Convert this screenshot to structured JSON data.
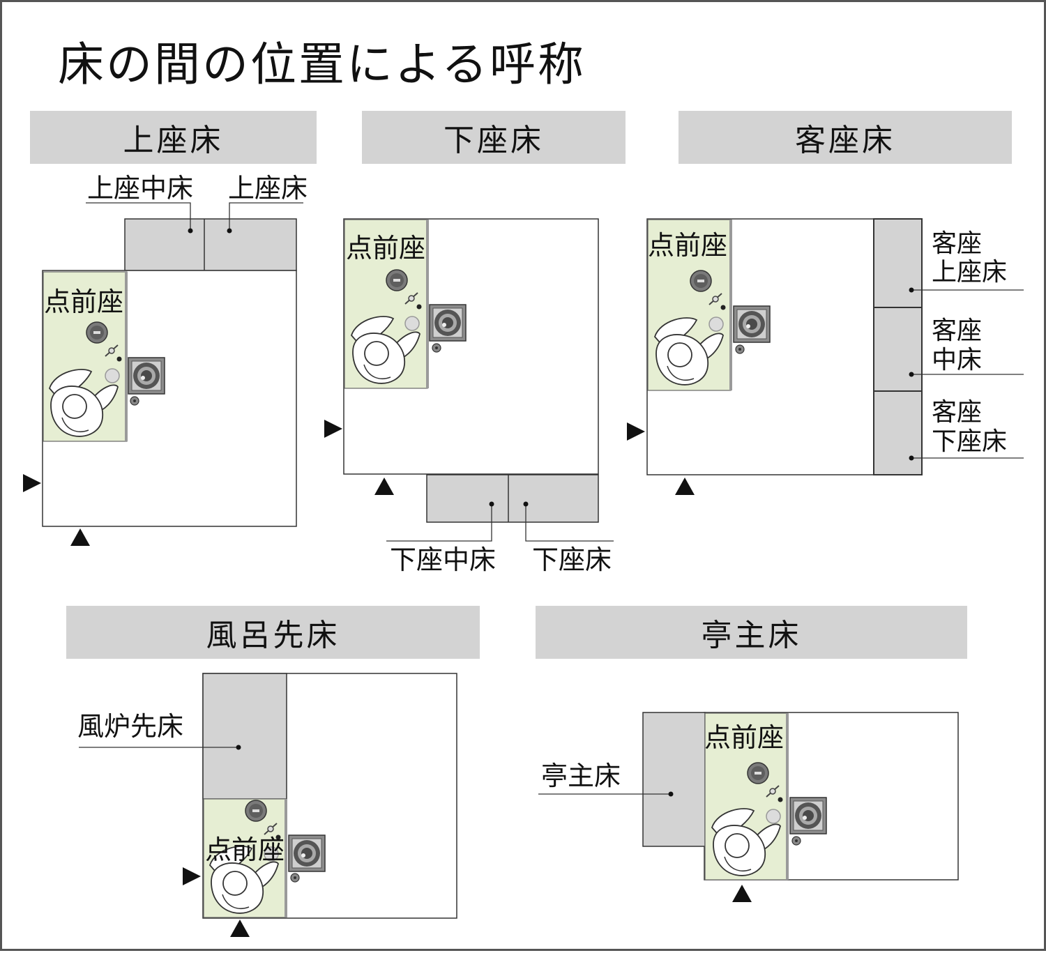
{
  "title": "床の間の位置による呼称",
  "colors": {
    "alcove_fill": "#d3d3d3",
    "temae_fill": "#e6eed3",
    "outline": "#333333",
    "frame": "#555555"
  },
  "panels": [
    {
      "header": "上座床",
      "temae_label": "点前座",
      "callouts": [
        "上座中床",
        "上座床"
      ]
    },
    {
      "header": "下座床",
      "temae_label": "点前座",
      "callouts": [
        "下座中床",
        "下座床"
      ]
    },
    {
      "header": "客座床",
      "temae_label": "点前座",
      "callouts": [
        {
          "line1": "客座",
          "line2": "上座床"
        },
        {
          "line1": "客座",
          "line2": "中床"
        },
        {
          "line1": "客座",
          "line2": "下座床"
        }
      ]
    },
    {
      "header": "風呂先床",
      "temae_label": "点前座",
      "callouts": [
        "風炉先床"
      ]
    },
    {
      "header": "亭主床",
      "temae_label": "点前座",
      "callouts": [
        "亭主床"
      ]
    }
  ]
}
